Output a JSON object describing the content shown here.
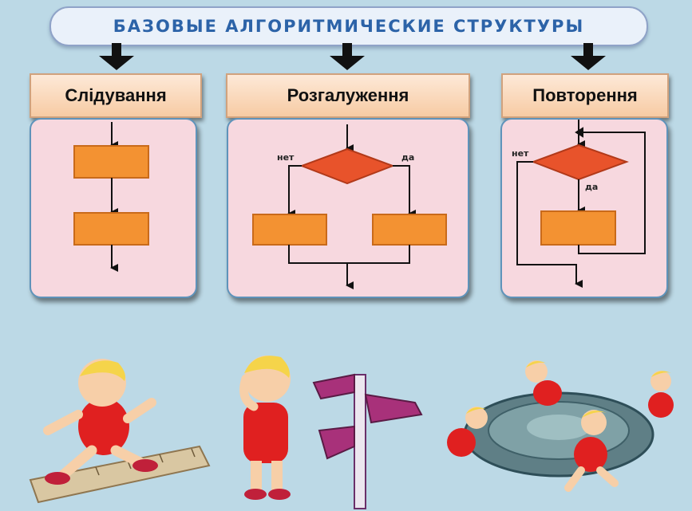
{
  "title": "БАЗОВЫЕ АЛГОРИТМИЧЕСКИЕ СТРУКТУРЫ",
  "structures": [
    {
      "name": "Слідування"
    },
    {
      "name": "Розгалуження",
      "no_label": "нет",
      "yes_label": "да"
    },
    {
      "name": "Повторення",
      "no_label": "нет",
      "yes_label": "да"
    }
  ],
  "colors": {
    "background": "#bcd9e6",
    "process_block": "#f39232",
    "decision_block": "#e8532b",
    "panel": "#f7d8df",
    "title_text": "#2c63a8"
  },
  "illustrations": [
    "child-walking-on-ruler",
    "child-at-signpost",
    "children-running-around-circle"
  ]
}
